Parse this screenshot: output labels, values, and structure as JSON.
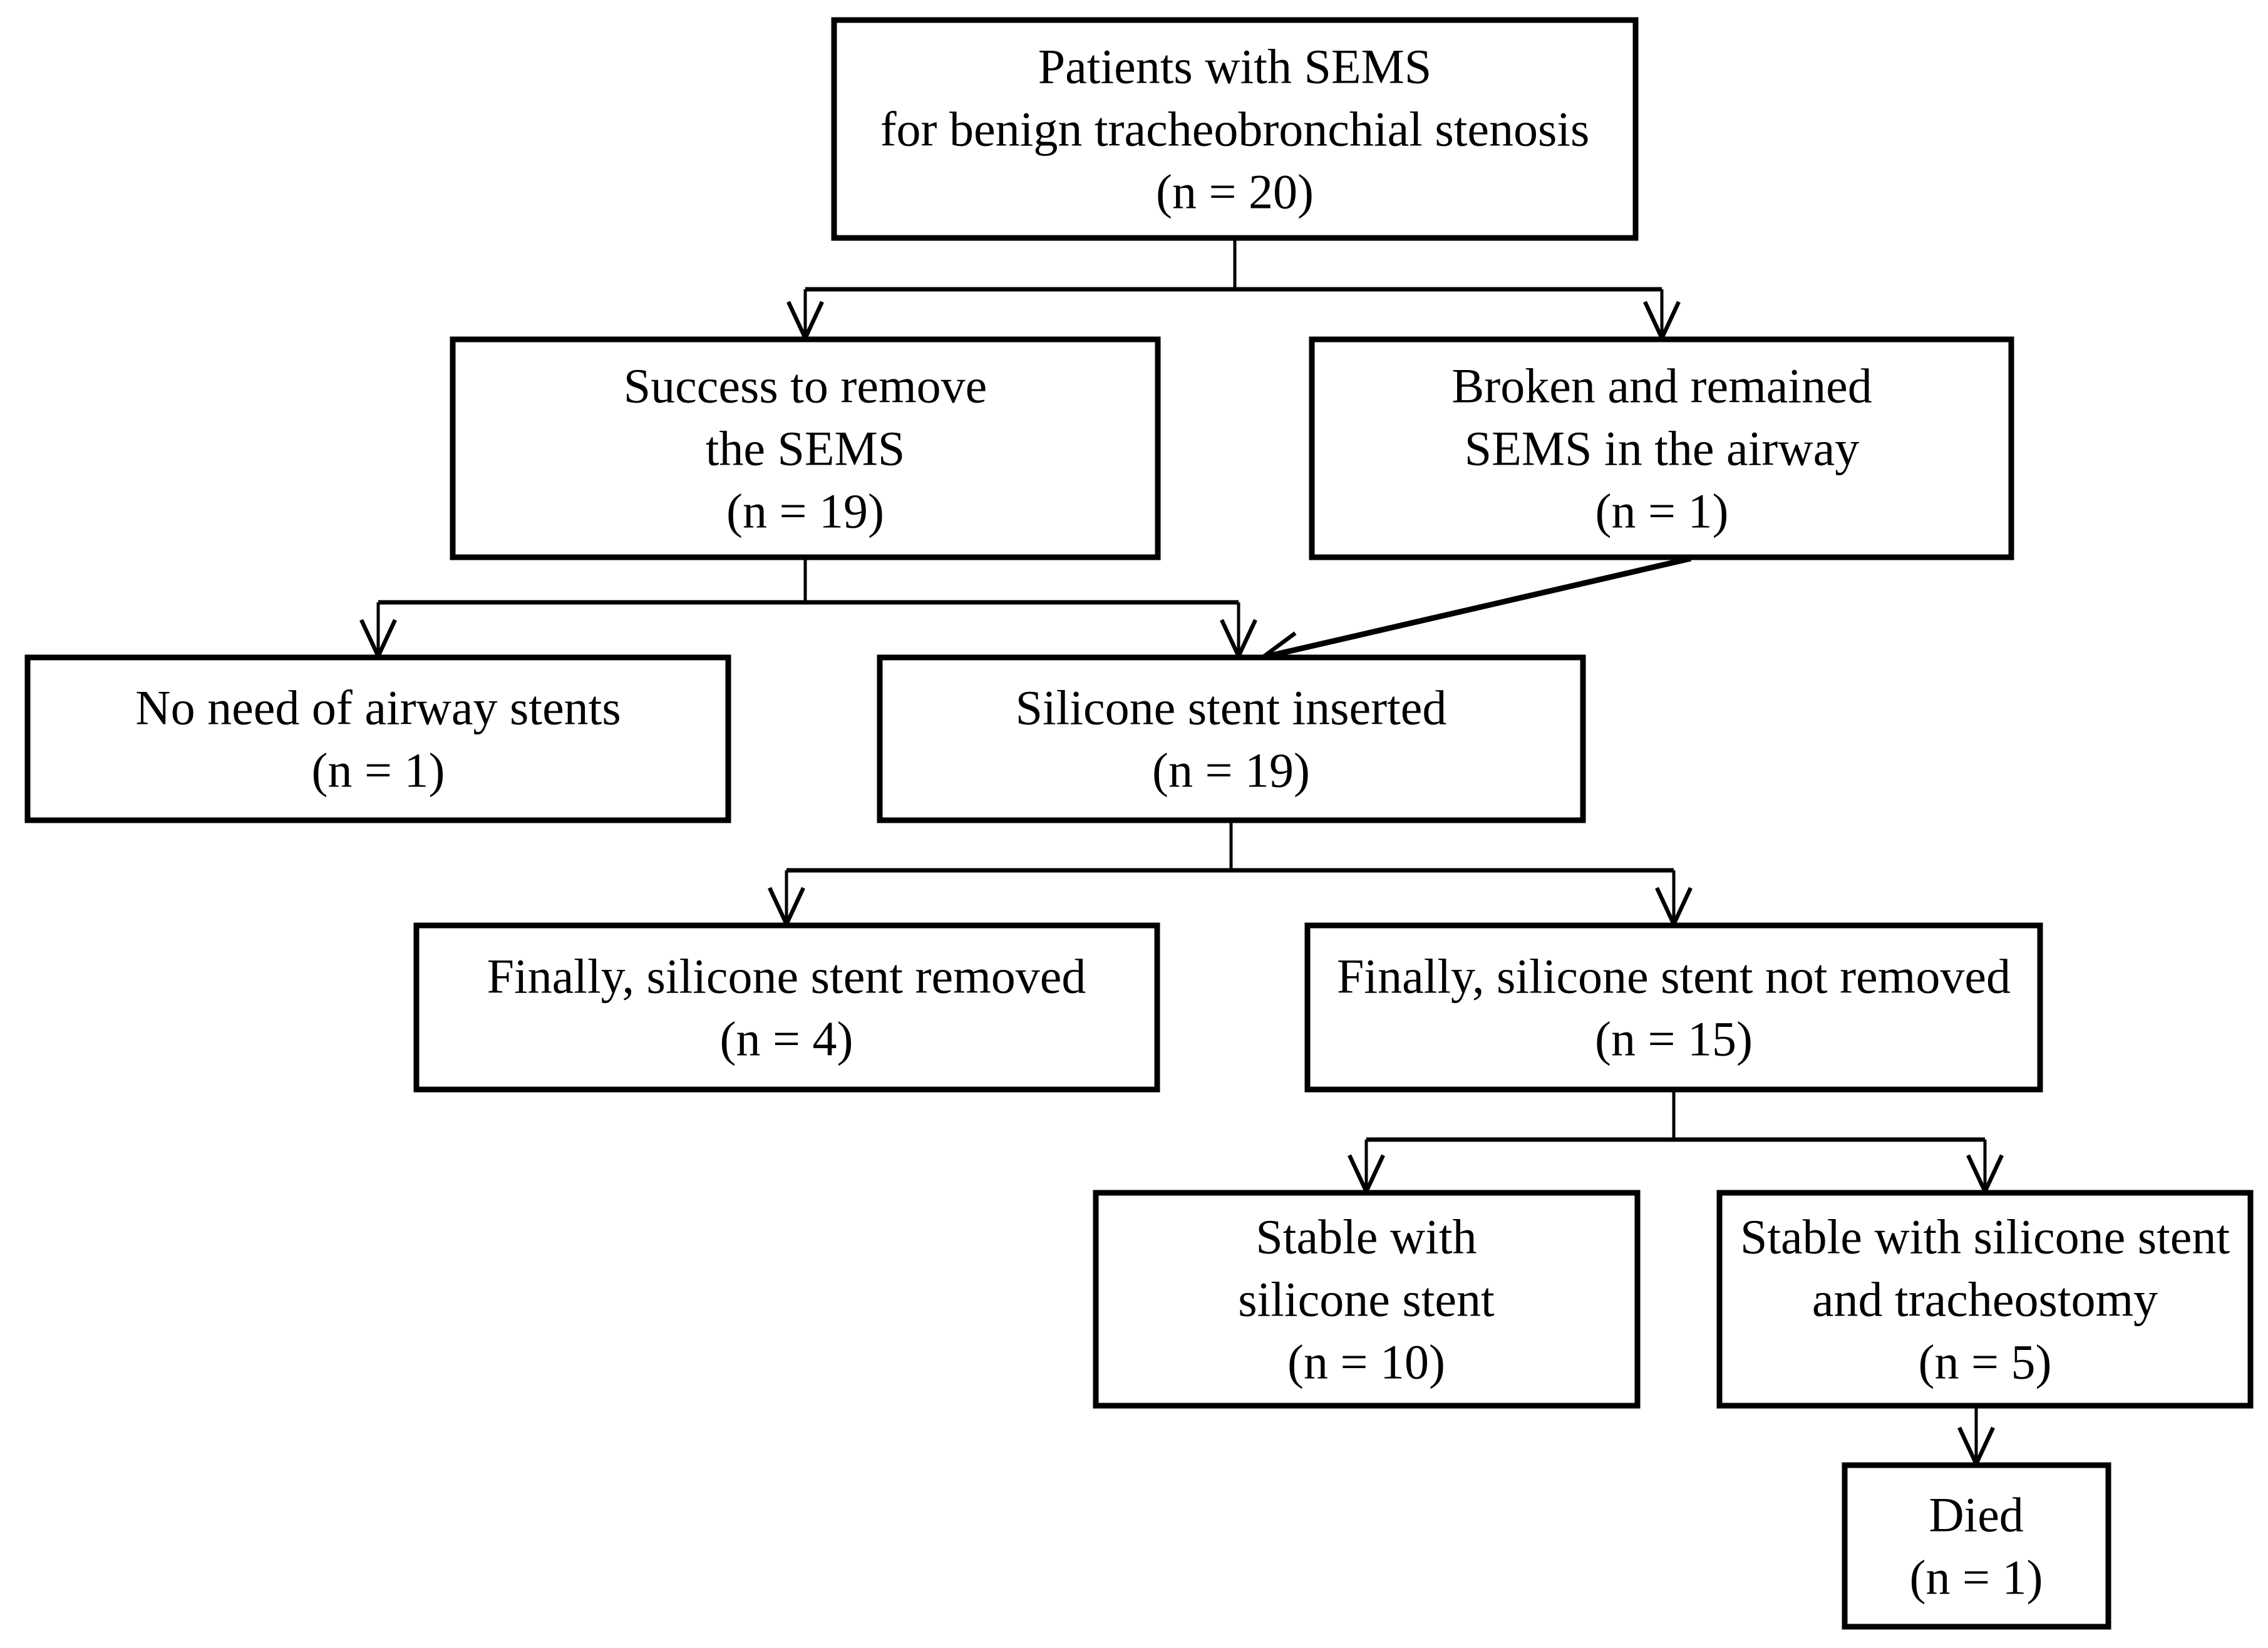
{
  "flowchart": {
    "background_color": "#ffffff",
    "box_fill": "#ffffff",
    "box_border_color": "#000000",
    "text_color": "#000000",
    "nodes": [
      {
        "id": "patients-with-sems",
        "n": 20,
        "lines": [
          "Patients with SEMS",
          "for benign tracheobronchial stenosis",
          "(n = 20)"
        ]
      },
      {
        "id": "success-remove-sems",
        "n": 19,
        "lines": [
          "Success to remove",
          "the SEMS",
          "(n = 19)"
        ]
      },
      {
        "id": "broken-remained-sems",
        "n": 1,
        "lines": [
          "Broken and remained",
          "SEMS in the airway",
          "(n = 1)"
        ]
      },
      {
        "id": "no-need-airway-stents",
        "n": 1,
        "lines": [
          "No need of airway stents",
          "(n = 1)"
        ]
      },
      {
        "id": "silicone-stent-inserted",
        "n": 19,
        "lines": [
          "Silicone stent inserted",
          "(n = 19)"
        ]
      },
      {
        "id": "finally-stent-removed",
        "n": 4,
        "lines": [
          "Finally, silicone stent removed",
          "(n = 4)"
        ]
      },
      {
        "id": "finally-stent-not-removed",
        "n": 15,
        "lines": [
          "Finally, silicone stent not removed",
          "(n = 15)"
        ]
      },
      {
        "id": "stable-silicone-stent",
        "n": 10,
        "lines": [
          "Stable with",
          "silicone stent",
          "(n = 10)"
        ]
      },
      {
        "id": "stable-stent-tracheostomy",
        "n": 5,
        "lines": [
          "Stable with silicone stent",
          "and tracheostomy",
          "(n = 5)"
        ]
      },
      {
        "id": "died",
        "n": 1,
        "lines": [
          "Died",
          "(n = 1)"
        ]
      }
    ],
    "edges": [
      {
        "from": "patients-with-sems",
        "to": "success-remove-sems"
      },
      {
        "from": "patients-with-sems",
        "to": "broken-remained-sems"
      },
      {
        "from": "success-remove-sems",
        "to": "no-need-airway-stents"
      },
      {
        "from": "success-remove-sems",
        "to": "silicone-stent-inserted"
      },
      {
        "from": "broken-remained-sems",
        "to": "silicone-stent-inserted"
      },
      {
        "from": "silicone-stent-inserted",
        "to": "finally-stent-removed"
      },
      {
        "from": "silicone-stent-inserted",
        "to": "finally-stent-not-removed"
      },
      {
        "from": "finally-stent-not-removed",
        "to": "stable-silicone-stent"
      },
      {
        "from": "finally-stent-not-removed",
        "to": "stable-stent-tracheostomy"
      },
      {
        "from": "stable-stent-tracheostomy",
        "to": "died"
      }
    ]
  }
}
